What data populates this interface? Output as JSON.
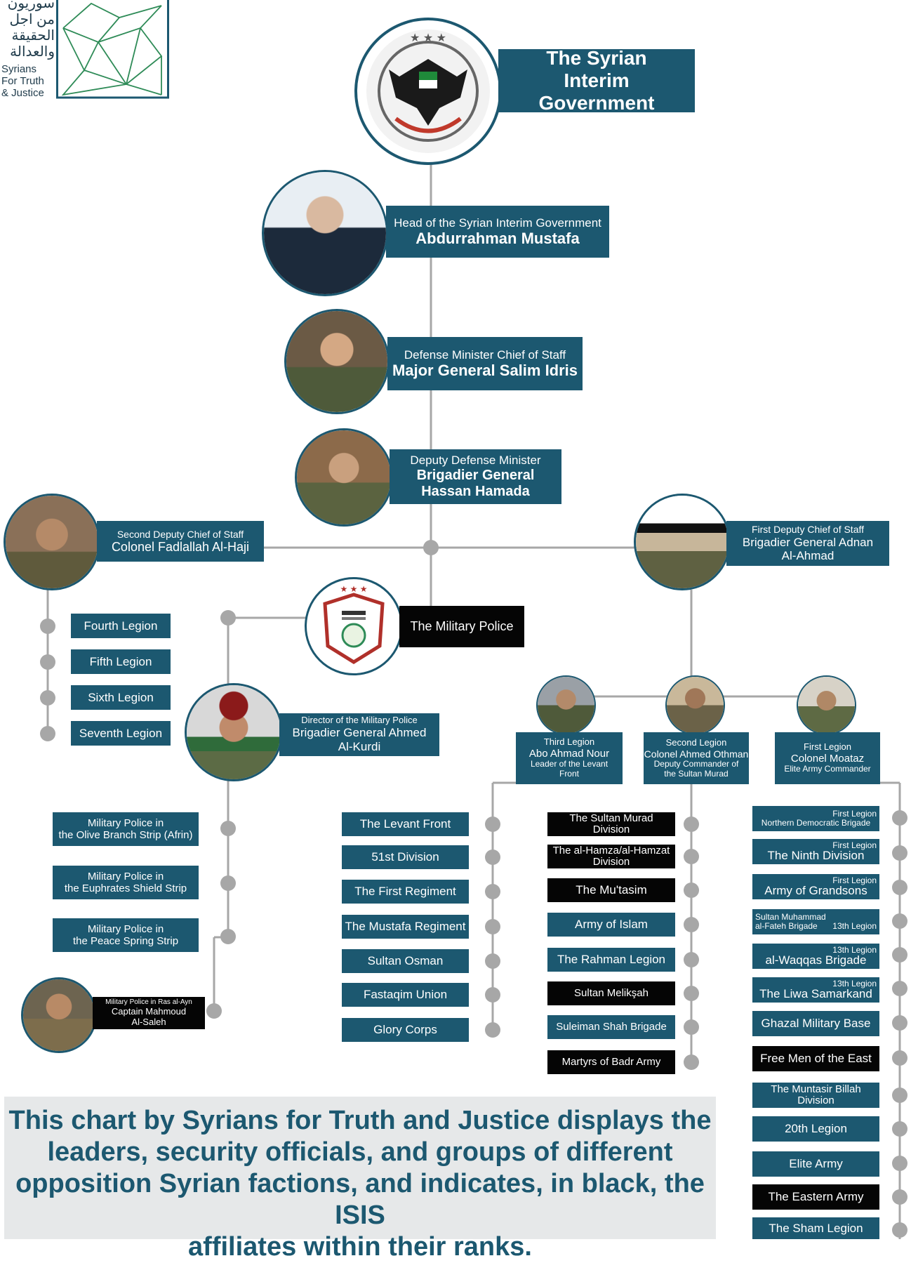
{
  "logo": {
    "arabic_lines": [
      "سوريون",
      "من اجل",
      "الحقيقة",
      "والعدالة"
    ],
    "english_lines": [
      "Syrians",
      "For Truth",
      "& Justice"
    ]
  },
  "top": {
    "title_line1": "The Syrian Interim",
    "title_line2": "Government"
  },
  "head": {
    "role": "Head of the Syrian Interim Government",
    "name": "Abdurrahman Mustafa"
  },
  "defense": {
    "role": "Defense Minister Chief of Staff",
    "name": "Major General Salim Idris"
  },
  "deputy": {
    "role": "Deputy Defense Minister",
    "name_line1": "Brigadier General",
    "name_line2": "Hassan Hamada"
  },
  "second_deputy": {
    "role": "Second Deputy Chief of Staff",
    "name": "Colonel Fadlallah Al-Haji"
  },
  "first_deputy": {
    "role": "First Deputy Chief of Staff",
    "name_line1": "Brigadier General Adnan",
    "name_line2": "Al-Ahmad"
  },
  "military_police": {
    "label": "The Military Police"
  },
  "mp_director": {
    "role": "Director of the Military Police",
    "name_line1": "Brigadier General Ahmed",
    "name_line2": "Al-Kurdi"
  },
  "legions_left": [
    "Fourth Legion",
    "Fifth Legion",
    "Sixth Legion",
    "Seventh Legion"
  ],
  "mp_strips": [
    {
      "line1": "Military Police in",
      "line2": "the Olive Branch Strip (Afrin)"
    },
    {
      "line1": "Military Police in",
      "line2": "the Euphrates Shield Strip"
    },
    {
      "line1": "Military Police in",
      "line2": "the Peace Spring Strip"
    }
  ],
  "ras_al_ayn": {
    "role": "Military Police in Ras al-Ayn",
    "name_line1": "Captain Mahmoud",
    "name_line2": "Al-Saleh"
  },
  "third_legion": {
    "legion": "Third Legion",
    "name": "Abo Ahmad Nour",
    "desc_line1": "Leader of the Levant",
    "desc_line2": "Front"
  },
  "second_legion": {
    "legion": "Second Legion",
    "name": "Colonel Ahmed Othman",
    "desc_line1": "Deputy Commander of",
    "desc_line2": "the Sultan Murad"
  },
  "first_legion": {
    "legion": "First Legion",
    "name": "Colonel Moataz",
    "desc": "Elite Army Commander"
  },
  "third_groups": [
    "The Levant Front",
    "51st Division",
    "The First Regiment",
    "The Mustafa Regiment",
    "Sultan Osman",
    "Fastaqim Union",
    "Glory Corps"
  ],
  "second_groups": [
    {
      "line1": "The Sultan Murad",
      "line2": "Division",
      "black": true
    },
    {
      "line1": "The al-Hamza/al-Hamzat",
      "line2": "Division",
      "black": true
    },
    {
      "line1": "The Mu'tasim",
      "line2": "",
      "black": true
    },
    {
      "line1": "Army of Islam",
      "line2": "",
      "black": false
    },
    {
      "line1": "The Rahman Legion",
      "line2": "",
      "black": false
    },
    {
      "line1": "Sultan Melikşah",
      "line2": "",
      "black": true
    },
    {
      "line1": "Suleiman Shah Brigade",
      "line2": "",
      "black": false
    },
    {
      "line1": "Martyrs of Badr Army",
      "line2": "",
      "black": true
    }
  ],
  "first_groups": [
    {
      "tag": "First Legion",
      "line1": "Northern Democratic Brigade",
      "line2": "",
      "black": false
    },
    {
      "tag": "First Legion",
      "line1": "The Ninth Division",
      "line2": "",
      "black": false
    },
    {
      "tag": "First Legion",
      "line1": "Army of Grandsons",
      "line2": "",
      "black": false
    },
    {
      "tag": "13th Legion",
      "line1": "Sultan Muhammad",
      "line2": "al-Fateh Brigade",
      "black": false
    },
    {
      "tag": "13th Legion",
      "line1": "al-Waqqas Brigade",
      "line2": "",
      "black": false
    },
    {
      "tag": "13th Legion",
      "line1": "The Liwa Samarkand",
      "line2": "",
      "black": false
    },
    {
      "tag": "",
      "line1": "Ghazal Military Base",
      "line2": "",
      "black": false
    },
    {
      "tag": "",
      "line1": "Free Men of the East",
      "line2": "",
      "black": true
    },
    {
      "tag": "",
      "line1": "The Muntasir Billah",
      "line2": "Division",
      "black": false
    },
    {
      "tag": "",
      "line1": "20th Legion",
      "line2": "",
      "black": false
    },
    {
      "tag": "",
      "line1": "Elite Army",
      "line2": "",
      "black": false
    },
    {
      "tag": "",
      "line1": "The Eastern Army",
      "line2": "",
      "black": true
    },
    {
      "tag": "",
      "line1": "The Sham Legion",
      "line2": "",
      "black": false
    }
  ],
  "footer": {
    "line1": "This chart by Syrians for Truth and Justice displays the",
    "line2": "leaders, security officials, and groups of different",
    "line3": "opposition Syrian factions, and indicates, in black, the ISIS",
    "line4": "affiliates within their ranks."
  },
  "colors": {
    "teal": "#1c5870",
    "black": "#050505",
    "connector": "#a7a7a7",
    "footer_bg": "#e6e8e9"
  }
}
